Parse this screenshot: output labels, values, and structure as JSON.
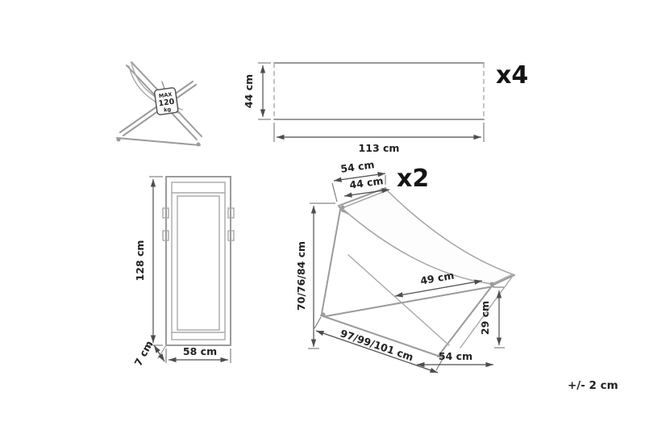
{
  "diagram": {
    "tolerance_note": "+/- 2 cm",
    "views": {
      "folded_side": {
        "max_tag": {
          "line1": "MAX",
          "line2": "120",
          "line3": "kg"
        }
      },
      "fabric_panel": {
        "quantity": "x4",
        "width": "113 cm",
        "height": "44 cm"
      },
      "folded_front": {
        "height": "128 cm",
        "width": "58 cm",
        "depth": "7 cm"
      },
      "assembled_side": {
        "quantity": "x2",
        "top_width": "54 cm",
        "inner_top_width": "44 cm",
        "total_height": "70/76/84 cm",
        "seat_depth": "49 cm",
        "seat_height": "29 cm",
        "base_length": "97/99/101 cm",
        "bottom_width": "54 cm"
      }
    },
    "colors": {
      "drawing_line": "#9b9b9b",
      "dimension_line": "#4d4d4d",
      "text": "#222222",
      "background": "#ffffff"
    }
  }
}
